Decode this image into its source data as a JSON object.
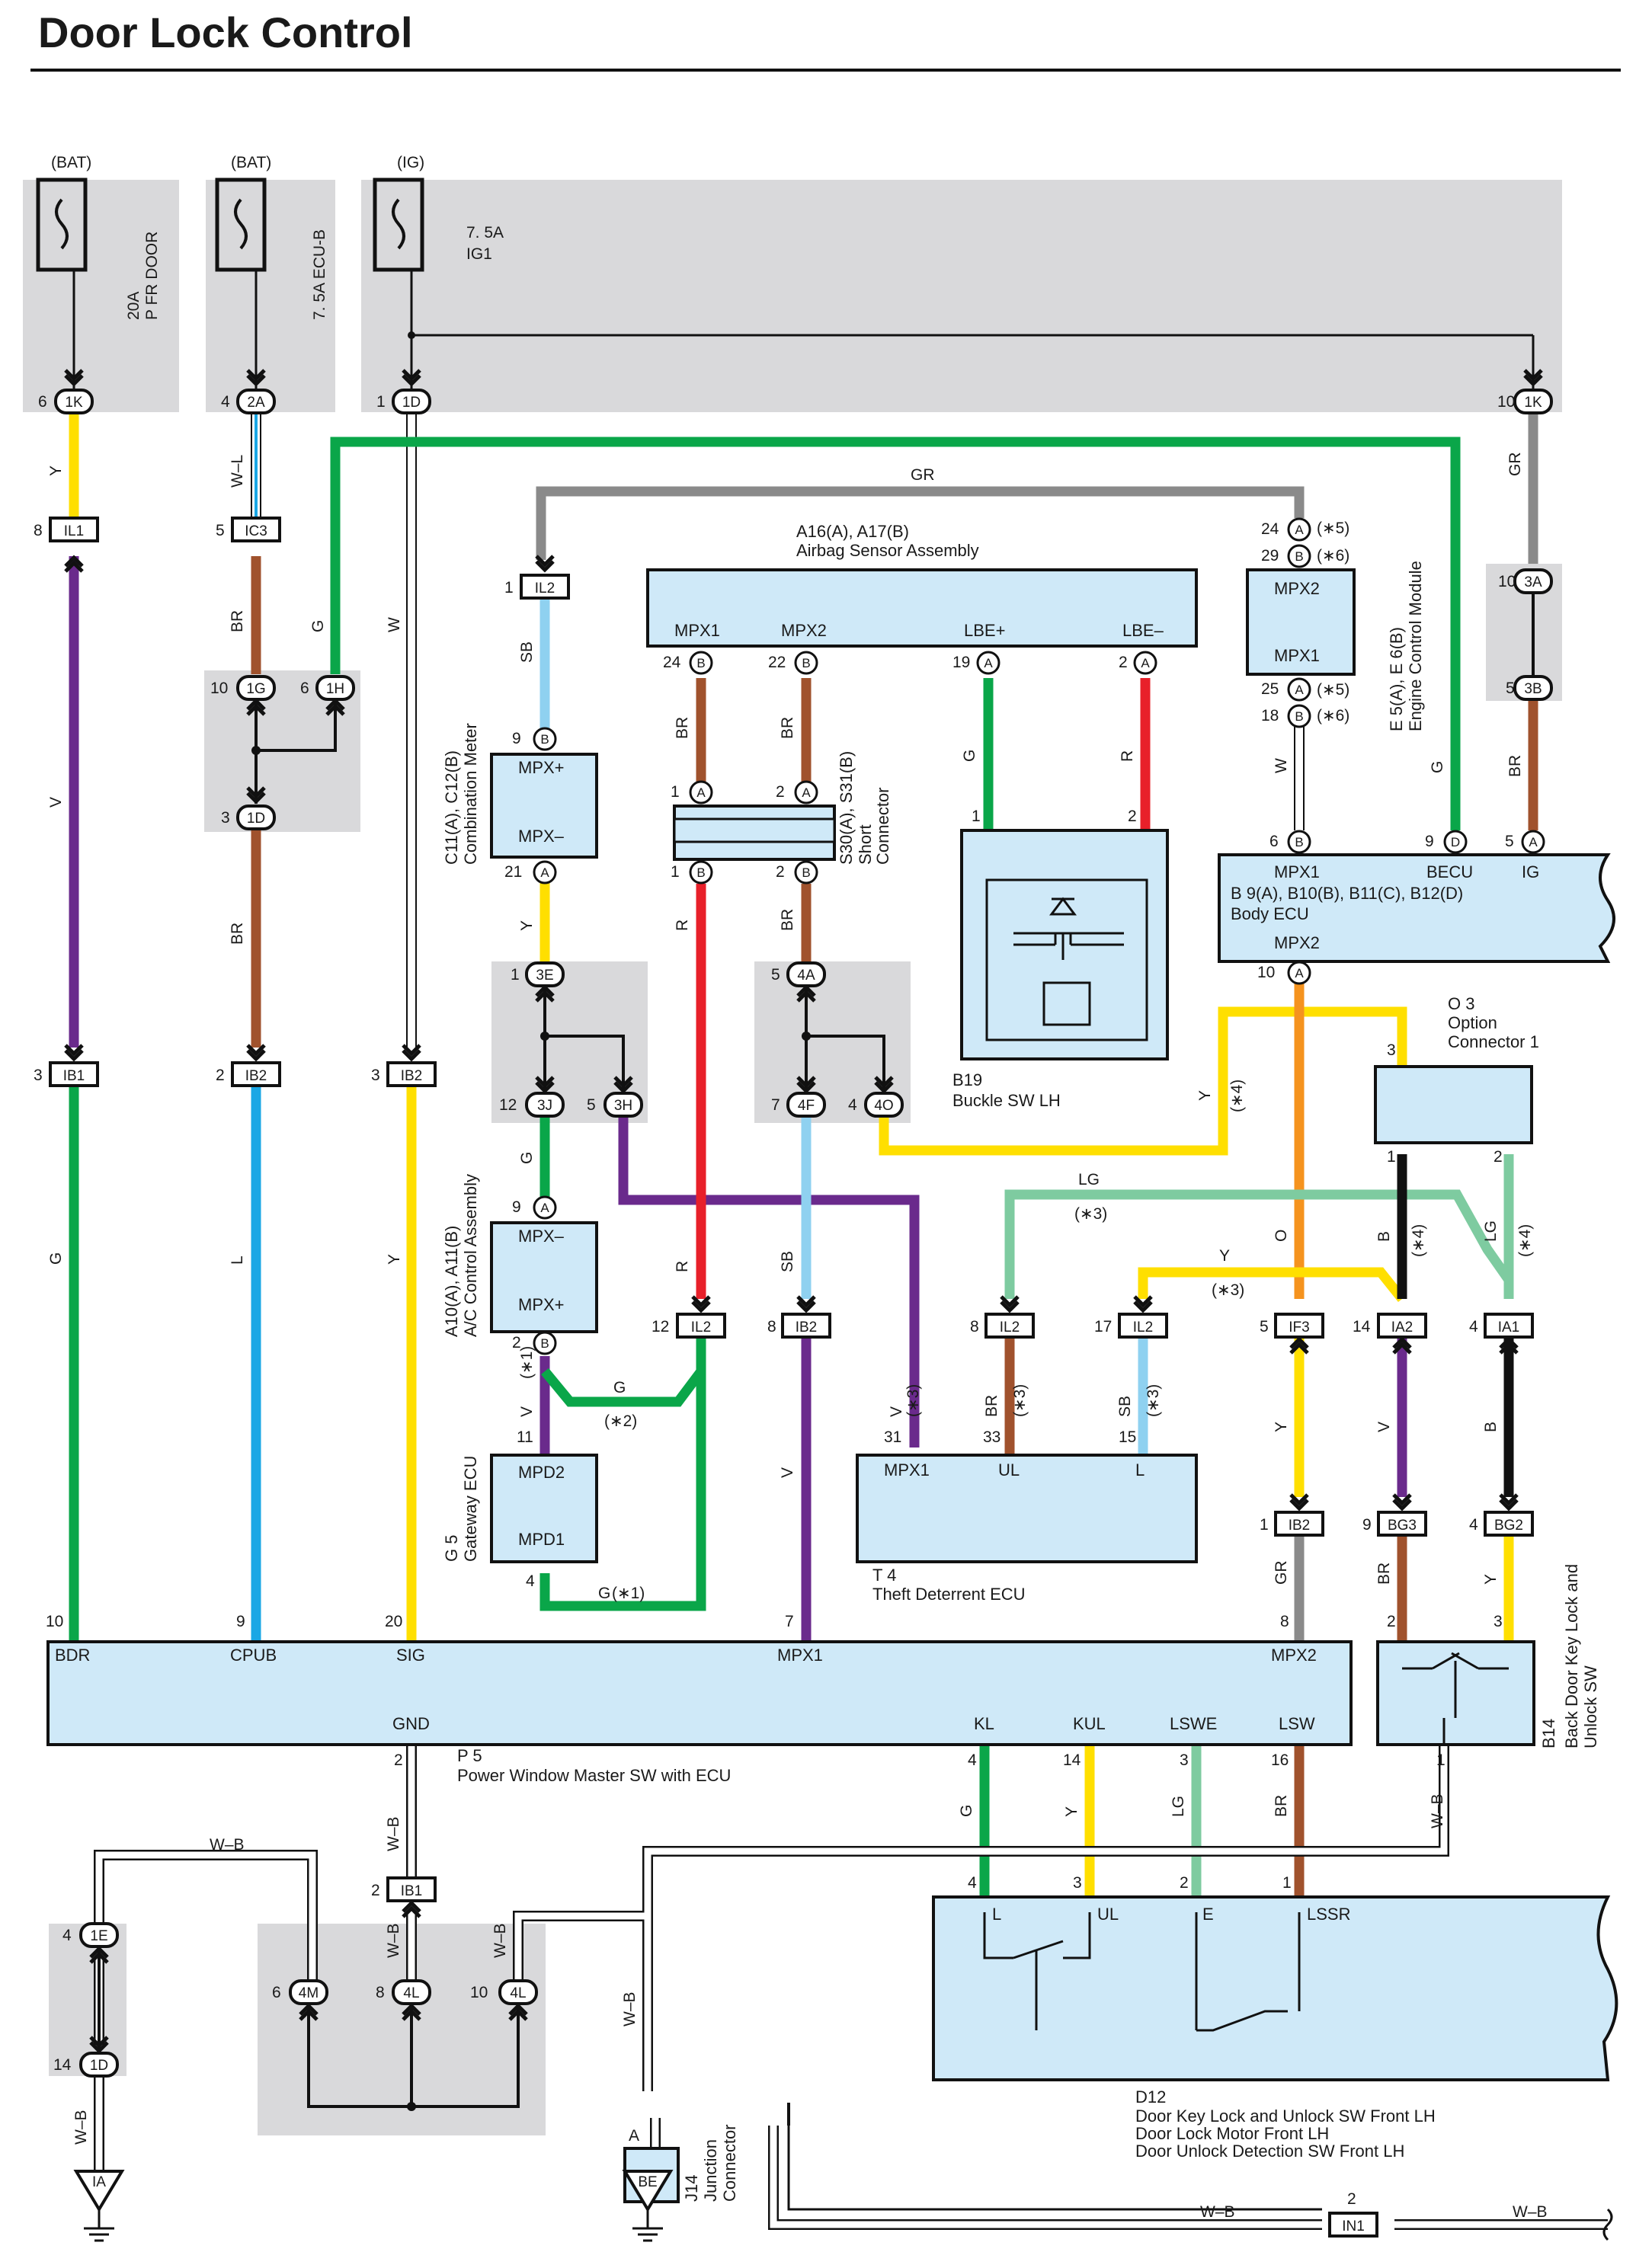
{
  "title": "Door Lock Control",
  "fuses": [
    {
      "source": "(BAT)",
      "rating": "20A",
      "name": "P FR DOOR"
    },
    {
      "source": "(BAT)",
      "rating": "7. 5A ECU-B",
      "name": ""
    },
    {
      "source": "(IG)",
      "rating": "7. 5A",
      "name": "IG1"
    }
  ],
  "components": {
    "airbag": {
      "ref": "A16(A), A17(B)",
      "name": "Airbag Sensor Assembly",
      "pins": [
        "MPX1",
        "MPX2",
        "LBE+",
        "LBE–"
      ]
    },
    "ecm": {
      "ref": "E 5(A), E 6(B)",
      "name": "Engine Control Module",
      "pins": [
        "MPX2",
        "MPX1"
      ]
    },
    "meter": {
      "ref": "C11(A), C12(B)",
      "name": "Combination Meter",
      "pins": [
        "MPX+",
        "MPX–"
      ]
    },
    "short": {
      "ref": "S30(A), S31(B)",
      "name": "Short",
      "name2": "Connector"
    },
    "buckle": {
      "ref": "B19",
      "name": "Buckle SW LH"
    },
    "body_ecu": {
      "ref": "B 9(A), B10(B), B11(C), B12(D)",
      "name": "Body ECU",
      "pins": [
        "MPX1",
        "BECU",
        "IG",
        "MPX2"
      ]
    },
    "option": {
      "ref": "O 3",
      "name": "Option",
      "name2": "Connector 1"
    },
    "ac": {
      "ref": "A10(A), A11(B)",
      "name": "A/C Control Assembly",
      "pins": [
        "MPX–",
        "MPX+"
      ]
    },
    "gateway": {
      "ref": "G 5",
      "name": "Gateway ECU",
      "pins": [
        "MPD2",
        "MPD1"
      ]
    },
    "theft": {
      "ref": "T 4",
      "name": "Theft Deterrent ECU",
      "pins": [
        "MPX1",
        "UL",
        "L"
      ]
    },
    "pw": {
      "ref": "P 5",
      "name": "Power Window Master SW with ECU",
      "pins": [
        "BDR",
        "CPUB",
        "SIG",
        "MPX1",
        "MPX2",
        "GND",
        "KL",
        "KUL",
        "LSWE",
        "LSW"
      ]
    },
    "back_door": {
      "ref": "B14",
      "name": "Back Door Key Lock and",
      "name2": "Unlock SW"
    },
    "door": {
      "ref": "D12",
      "lines": [
        "Door Key Lock and Unlock SW Front LH",
        "Door Lock Motor Front LH",
        "Door Unlock Detection SW  Front LH"
      ],
      "pins": [
        "L",
        "UL",
        "E",
        "LSSR"
      ]
    },
    "j14": {
      "ref": "J14",
      "name": "Junction",
      "name2": "Connector"
    }
  },
  "connectors": [
    "1K",
    "2A",
    "1D",
    "IL1",
    "IC3",
    "1G",
    "1H",
    "IB1",
    "IB2",
    "IL2",
    "3E",
    "3J",
    "3H",
    "4A",
    "4F",
    "4O",
    "3A",
    "3B",
    "IF3",
    "IA2",
    "IA1",
    "BG3",
    "BG2",
    "1E",
    "4M",
    "4L",
    "IN1"
  ],
  "grounds": [
    "IA",
    "BE"
  ],
  "wire_labels": [
    "Y",
    "W–L",
    "BR",
    "G",
    "W",
    "V",
    "L",
    "GR",
    "SB",
    "R",
    "LG",
    "O",
    "B",
    "W–B"
  ],
  "notes": [
    "(∗1)",
    "(∗2)",
    "(∗3)",
    "(∗4)",
    "(∗5)",
    "(∗6)"
  ],
  "colors": {
    "Y": "#ffdf00",
    "G": "#0aa649",
    "V": "#6a2a8c",
    "BR": "#a0522d",
    "L": "#1aa7e5",
    "SB": "#8fd1f0",
    "R": "#e8202a",
    "LG": "#7ecba0",
    "O": "#f5931e",
    "B": "#111111",
    "GR": "#8a8a8a",
    "shade": "#d9d9db",
    "comp_fill": "#cfe9f8"
  }
}
